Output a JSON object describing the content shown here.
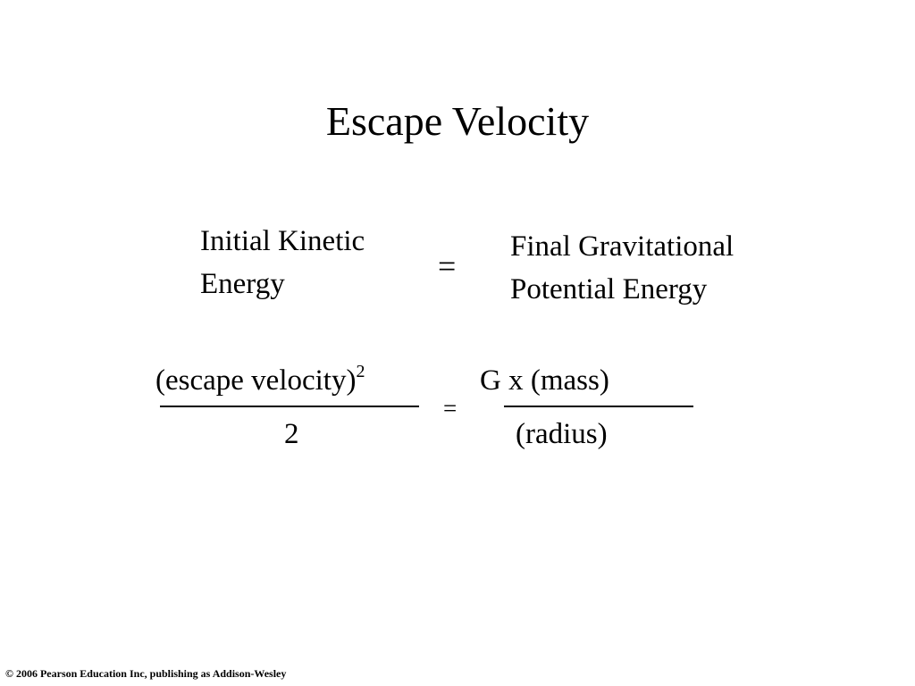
{
  "slide": {
    "title": "Escape Velocity",
    "word_equation": {
      "left_lines": [
        "Initial Kinetic",
        "Energy"
      ],
      "equals": "=",
      "right_lines": [
        "Final Gravitational",
        "Potential Energy"
      ]
    },
    "formula": {
      "left_numerator": "(escape velocity)",
      "left_numerator_exponent": "2",
      "left_denominator": "2",
      "equals": "=",
      "right_numerator": "G x (mass)",
      "right_denominator": "(radius)"
    },
    "footer": "© 2006 Pearson Education Inc, publishing as Addison-Wesley"
  }
}
